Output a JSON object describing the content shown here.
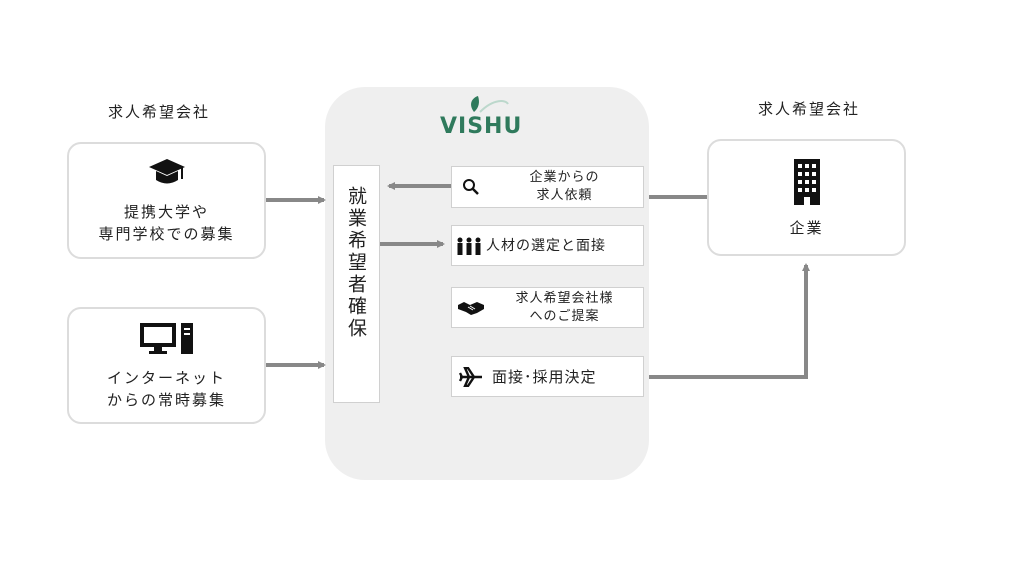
{
  "left_heading": "求人希望会社",
  "right_heading": "求人希望会社",
  "left_cards": [
    {
      "icon": "graduation-cap-icon",
      "lines": [
        "提携大学や",
        "専門学校での募集"
      ]
    },
    {
      "icon": "desktop-computer-icon",
      "lines": [
        "インターネット",
        "からの常時募集"
      ]
    }
  ],
  "center": {
    "logo": "VISHU",
    "vertical_label": "就業希望者確保",
    "steps": [
      {
        "icon": "magnifier-icon",
        "lines": [
          "企業からの",
          "求人依頼"
        ]
      },
      {
        "icon": "people-icon",
        "lines": [
          "人材の選定と面接"
        ]
      },
      {
        "icon": "handshake-icon",
        "lines": [
          "求人希望会社様",
          "へのご提案"
        ]
      },
      {
        "icon": "airplane-icon",
        "lines": [
          "面接･採用決定"
        ]
      }
    ]
  },
  "right_card": {
    "icon": "building-icon",
    "label": "企業"
  },
  "colors": {
    "arrow": "#888888",
    "panel": "#efefef",
    "border": "#dcdcdc",
    "logo": "#2f7a5c"
  }
}
